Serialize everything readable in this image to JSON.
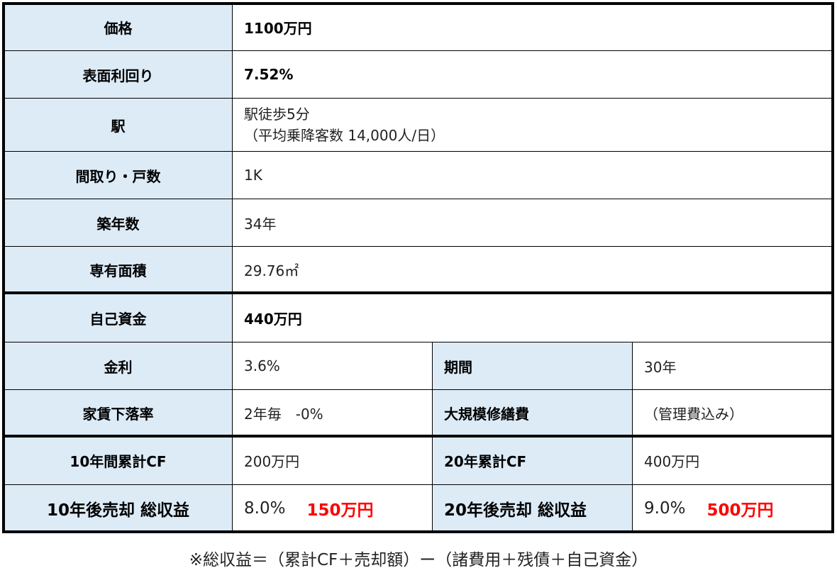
{
  "rows": {
    "price": {
      "label": "価格",
      "value": "1100万円"
    },
    "yield": {
      "label": "表面利回り",
      "value": "7.52%"
    },
    "station": {
      "label": "駅",
      "value_line1": "駅徒歩5分",
      "value_line2": "（平均乗降客数 14,000人/日）"
    },
    "layout": {
      "label": "間取り・戸数",
      "value": "1K"
    },
    "age": {
      "label": "築年数",
      "value": "34年"
    },
    "area": {
      "label": "専有面積",
      "value": "29.76㎡"
    },
    "equity": {
      "label": "自己資金",
      "value": "440万円"
    },
    "rate": {
      "label": "金利",
      "value": "3.6%"
    },
    "term": {
      "label": "期間",
      "value": "30年"
    },
    "rent_drop": {
      "label": "家賃下落率",
      "value": "2年毎　-0%"
    },
    "repair": {
      "label": "大規模修繕費",
      "value": "（管理費込み）"
    },
    "cf10": {
      "label": "10年間累計CF",
      "value": "200万円"
    },
    "cf20": {
      "label": "20年累計CF",
      "value": "400万円"
    },
    "sale10": {
      "label": "10年後売却 総収益",
      "rate": "8.0%",
      "amount": "150万円"
    },
    "sale20": {
      "label": "20年後売却 総収益",
      "rate": "9.0%",
      "amount": "500万円"
    }
  },
  "footnote": "※総収益＝（累計CF＋売却額）ー（諸費用＋残債＋自己資金）",
  "colors": {
    "header_fill": "#DDEBF7",
    "highlight": "#FF0000"
  }
}
